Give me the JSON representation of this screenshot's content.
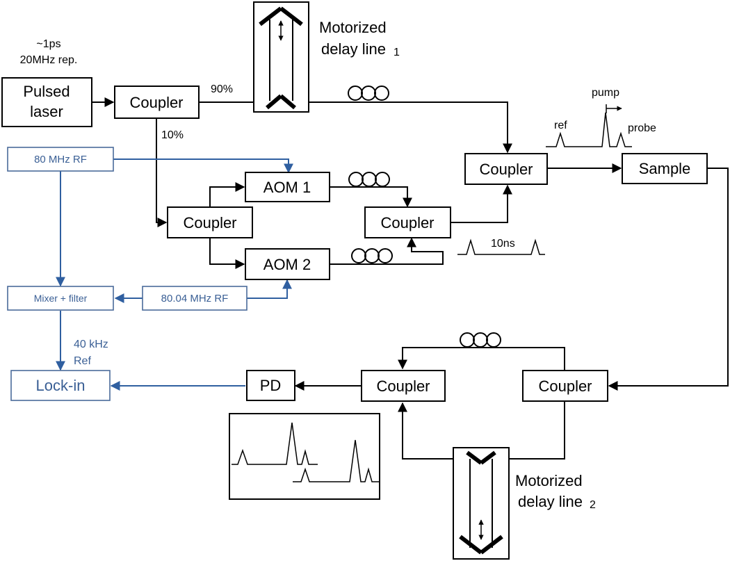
{
  "laser": {
    "label_line1": "Pulsed",
    "label_line2": "laser",
    "spec_line1": "~1ps",
    "spec_line2": "20MHz rep."
  },
  "couplers": {
    "main": "Coupler",
    "split": "Coupler",
    "combine": "Coupler",
    "sample_in": "Coupler",
    "detect": "Coupler",
    "return": "Coupler"
  },
  "split_ratios": {
    "high": "90%",
    "low": "10%"
  },
  "delay_line_1": {
    "line1": "Motorized",
    "line2": "delay line",
    "index": "1"
  },
  "delay_line_2": {
    "line1": "Motorized",
    "line2": "delay line",
    "index": "2"
  },
  "aom": {
    "aom1": "AOM 1",
    "aom2": "AOM 2"
  },
  "rf": {
    "rf1": "80 MHz RF",
    "rf2": "80.04 MHz RF",
    "mixer": "Mixer + filter",
    "ref_line1": "40 kHz",
    "ref_line2": "Ref"
  },
  "sample": "Sample",
  "pulse_labels": {
    "ref": "ref",
    "pump": "pump",
    "probe": "probe",
    "spacing": "10ns"
  },
  "detector": {
    "pd": "PD",
    "lockin": "Lock-in"
  }
}
